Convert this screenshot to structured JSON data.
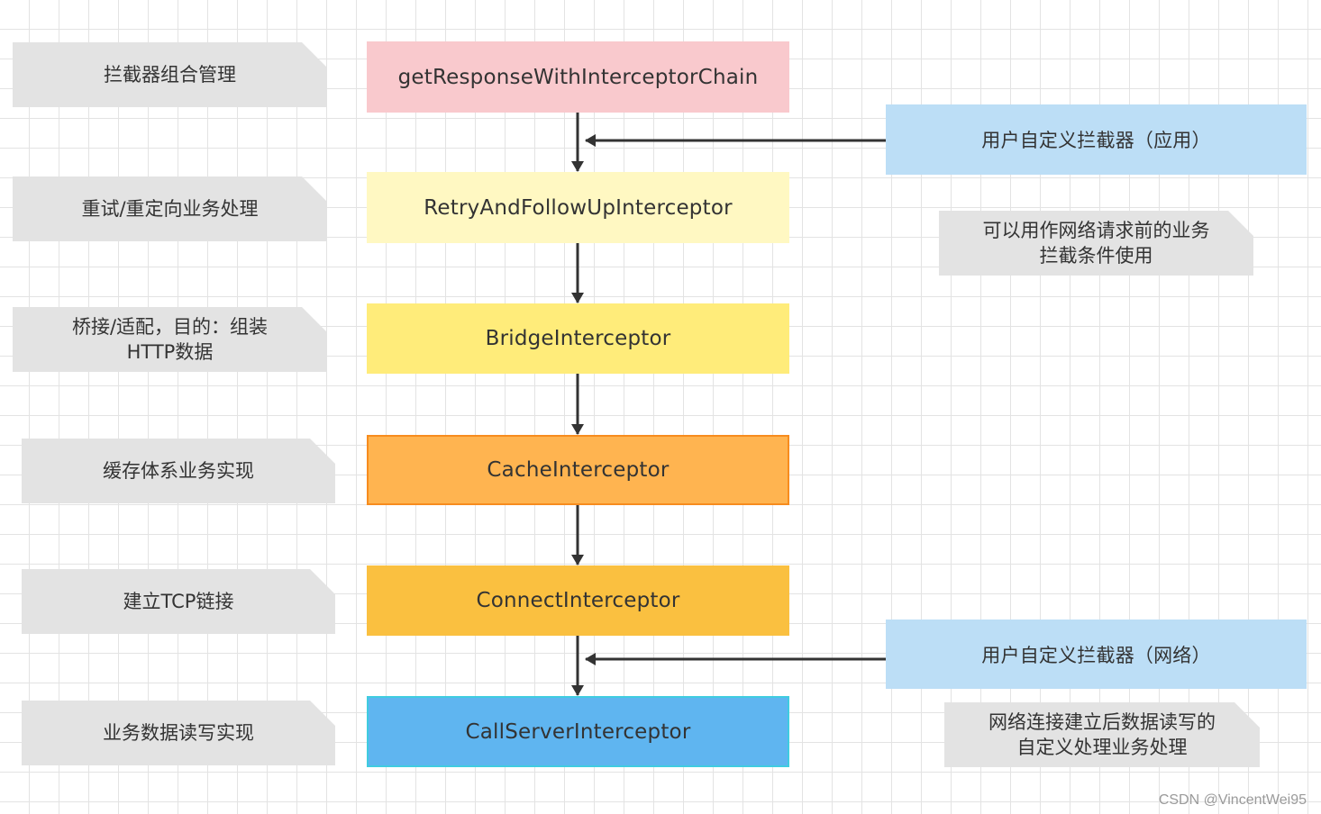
{
  "colors": {
    "chain": "#f9c9cd",
    "retry": "#fff8c2",
    "bridge": "#ffec7a",
    "cache": "#ffb450",
    "cache_border": "#f78c1e",
    "connect": "#fac040",
    "callserver": "#5fb5f0",
    "callserver_border": "#40cce0",
    "user_box": "#bcdef6",
    "note_bg": "#e3e3e3",
    "arrow": "#333333"
  },
  "chain": [
    {
      "id": "chain",
      "label": "getResponseWithInterceptorChain"
    },
    {
      "id": "retry",
      "label": "RetryAndFollowUpInterceptor"
    },
    {
      "id": "bridge",
      "label": "BridgeInterceptor"
    },
    {
      "id": "cache",
      "label": "CacheInterceptor"
    },
    {
      "id": "connect",
      "label": "ConnectInterceptor"
    },
    {
      "id": "callserver",
      "label": "CallServerInterceptor"
    }
  ],
  "left_notes": [
    {
      "lines": [
        "拦截器组合管理"
      ]
    },
    {
      "lines": [
        "重试/重定向业务处理"
      ]
    },
    {
      "lines": [
        "桥接/适配，目的：组装",
        "HTTP数据"
      ]
    },
    {
      "lines": [
        "缓存体系业务实现"
      ]
    },
    {
      "lines": [
        "建立TCP链接"
      ]
    },
    {
      "lines": [
        "业务数据读写实现"
      ]
    }
  ],
  "user_interceptors": [
    {
      "label": "用户自定义拦截器（应用）",
      "note_lines": [
        "可以用作网络请求前的业务",
        "拦截条件使用"
      ]
    },
    {
      "label": "用户自定义拦截器（网络）",
      "note_lines": [
        "网络连接建立后数据读写的",
        "自定义处理业务处理"
      ]
    }
  ],
  "watermark": "CSDN @VincentWei95"
}
